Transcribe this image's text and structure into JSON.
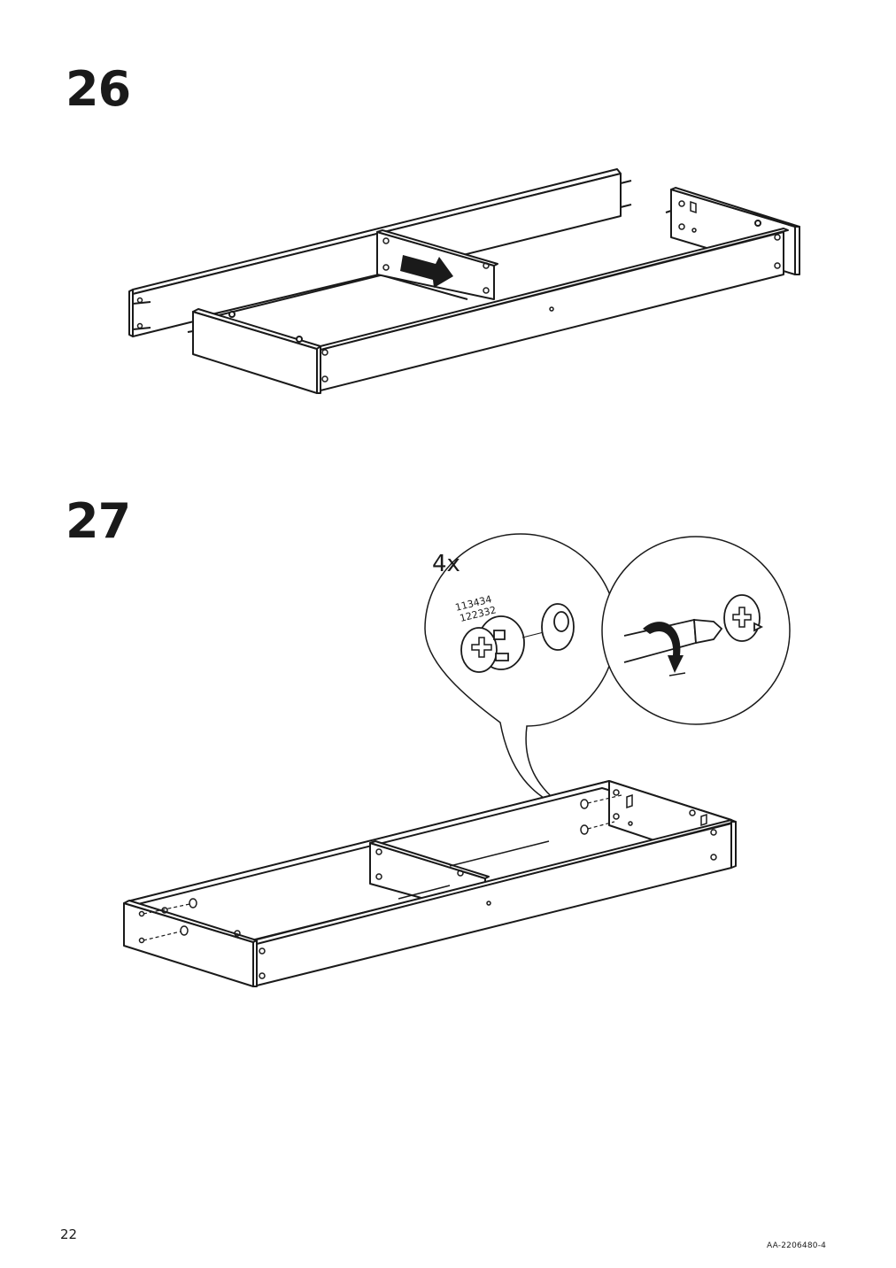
{
  "steps": [
    {
      "number": "26"
    },
    {
      "number": "27",
      "quantity": "4x",
      "part_numbers": [
        "113434",
        "122332"
      ]
    }
  ],
  "footer": {
    "page_number": "22",
    "document_code": "AA-2206480-4"
  }
}
